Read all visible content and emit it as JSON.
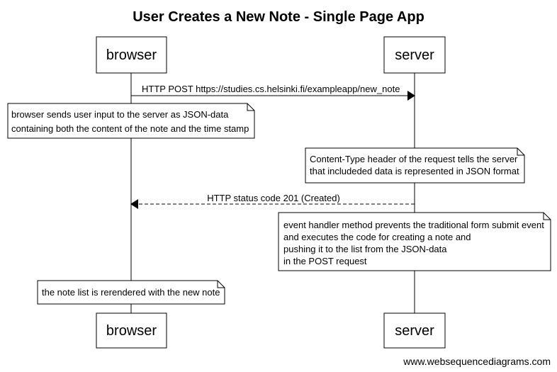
{
  "title": "User Creates a New Note - Single Page App",
  "actors": [
    {
      "id": "browser",
      "label": "browser"
    },
    {
      "id": "server",
      "label": "server"
    }
  ],
  "messages": [
    {
      "label": "HTTP POST https://studies.cs.helsinki.fi/exampleapp/new_note",
      "from": "browser",
      "to": "server",
      "style": "solid"
    },
    {
      "label": "HTTP status code 201 (Created)",
      "from": "server",
      "to": "browser",
      "style": "dashed"
    }
  ],
  "notes": [
    {
      "lines": [
        "browser sends user input to the server as JSON-data",
        "containing both the content of the note and the time stamp"
      ]
    },
    {
      "lines": [
        "Content-Type header of the request tells the server",
        "that includeded data is represented in JSON format"
      ]
    },
    {
      "lines": [
        "event handler method prevents the traditional form submit event",
        "and executes the code for creating a note and",
        "pushing it to the list from the JSON-data",
        "in the POST request"
      ]
    },
    {
      "lines": [
        "the note list is rerendered with the new note"
      ]
    }
  ],
  "footer": "www.websequencediagrams.com"
}
